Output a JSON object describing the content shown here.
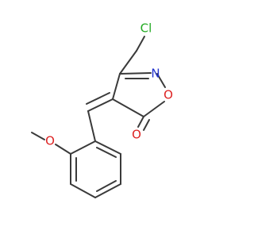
{
  "molecule": {
    "atoms": {
      "chlorine": {
        "label": "Cl",
        "color": "#22aa22"
      },
      "ring_nitrogen": {
        "label": "N",
        "color": "#2233cc"
      },
      "ring_oxygen": {
        "label": "O",
        "color": "#dd2222"
      },
      "carbonyl_oxygen": {
        "label": "O",
        "color": "#dd2222"
      },
      "methoxy_oxygen": {
        "label": "O",
        "color": "#dd2222"
      }
    },
    "bond_color": "#3a3a3a",
    "background": "#ffffff"
  }
}
